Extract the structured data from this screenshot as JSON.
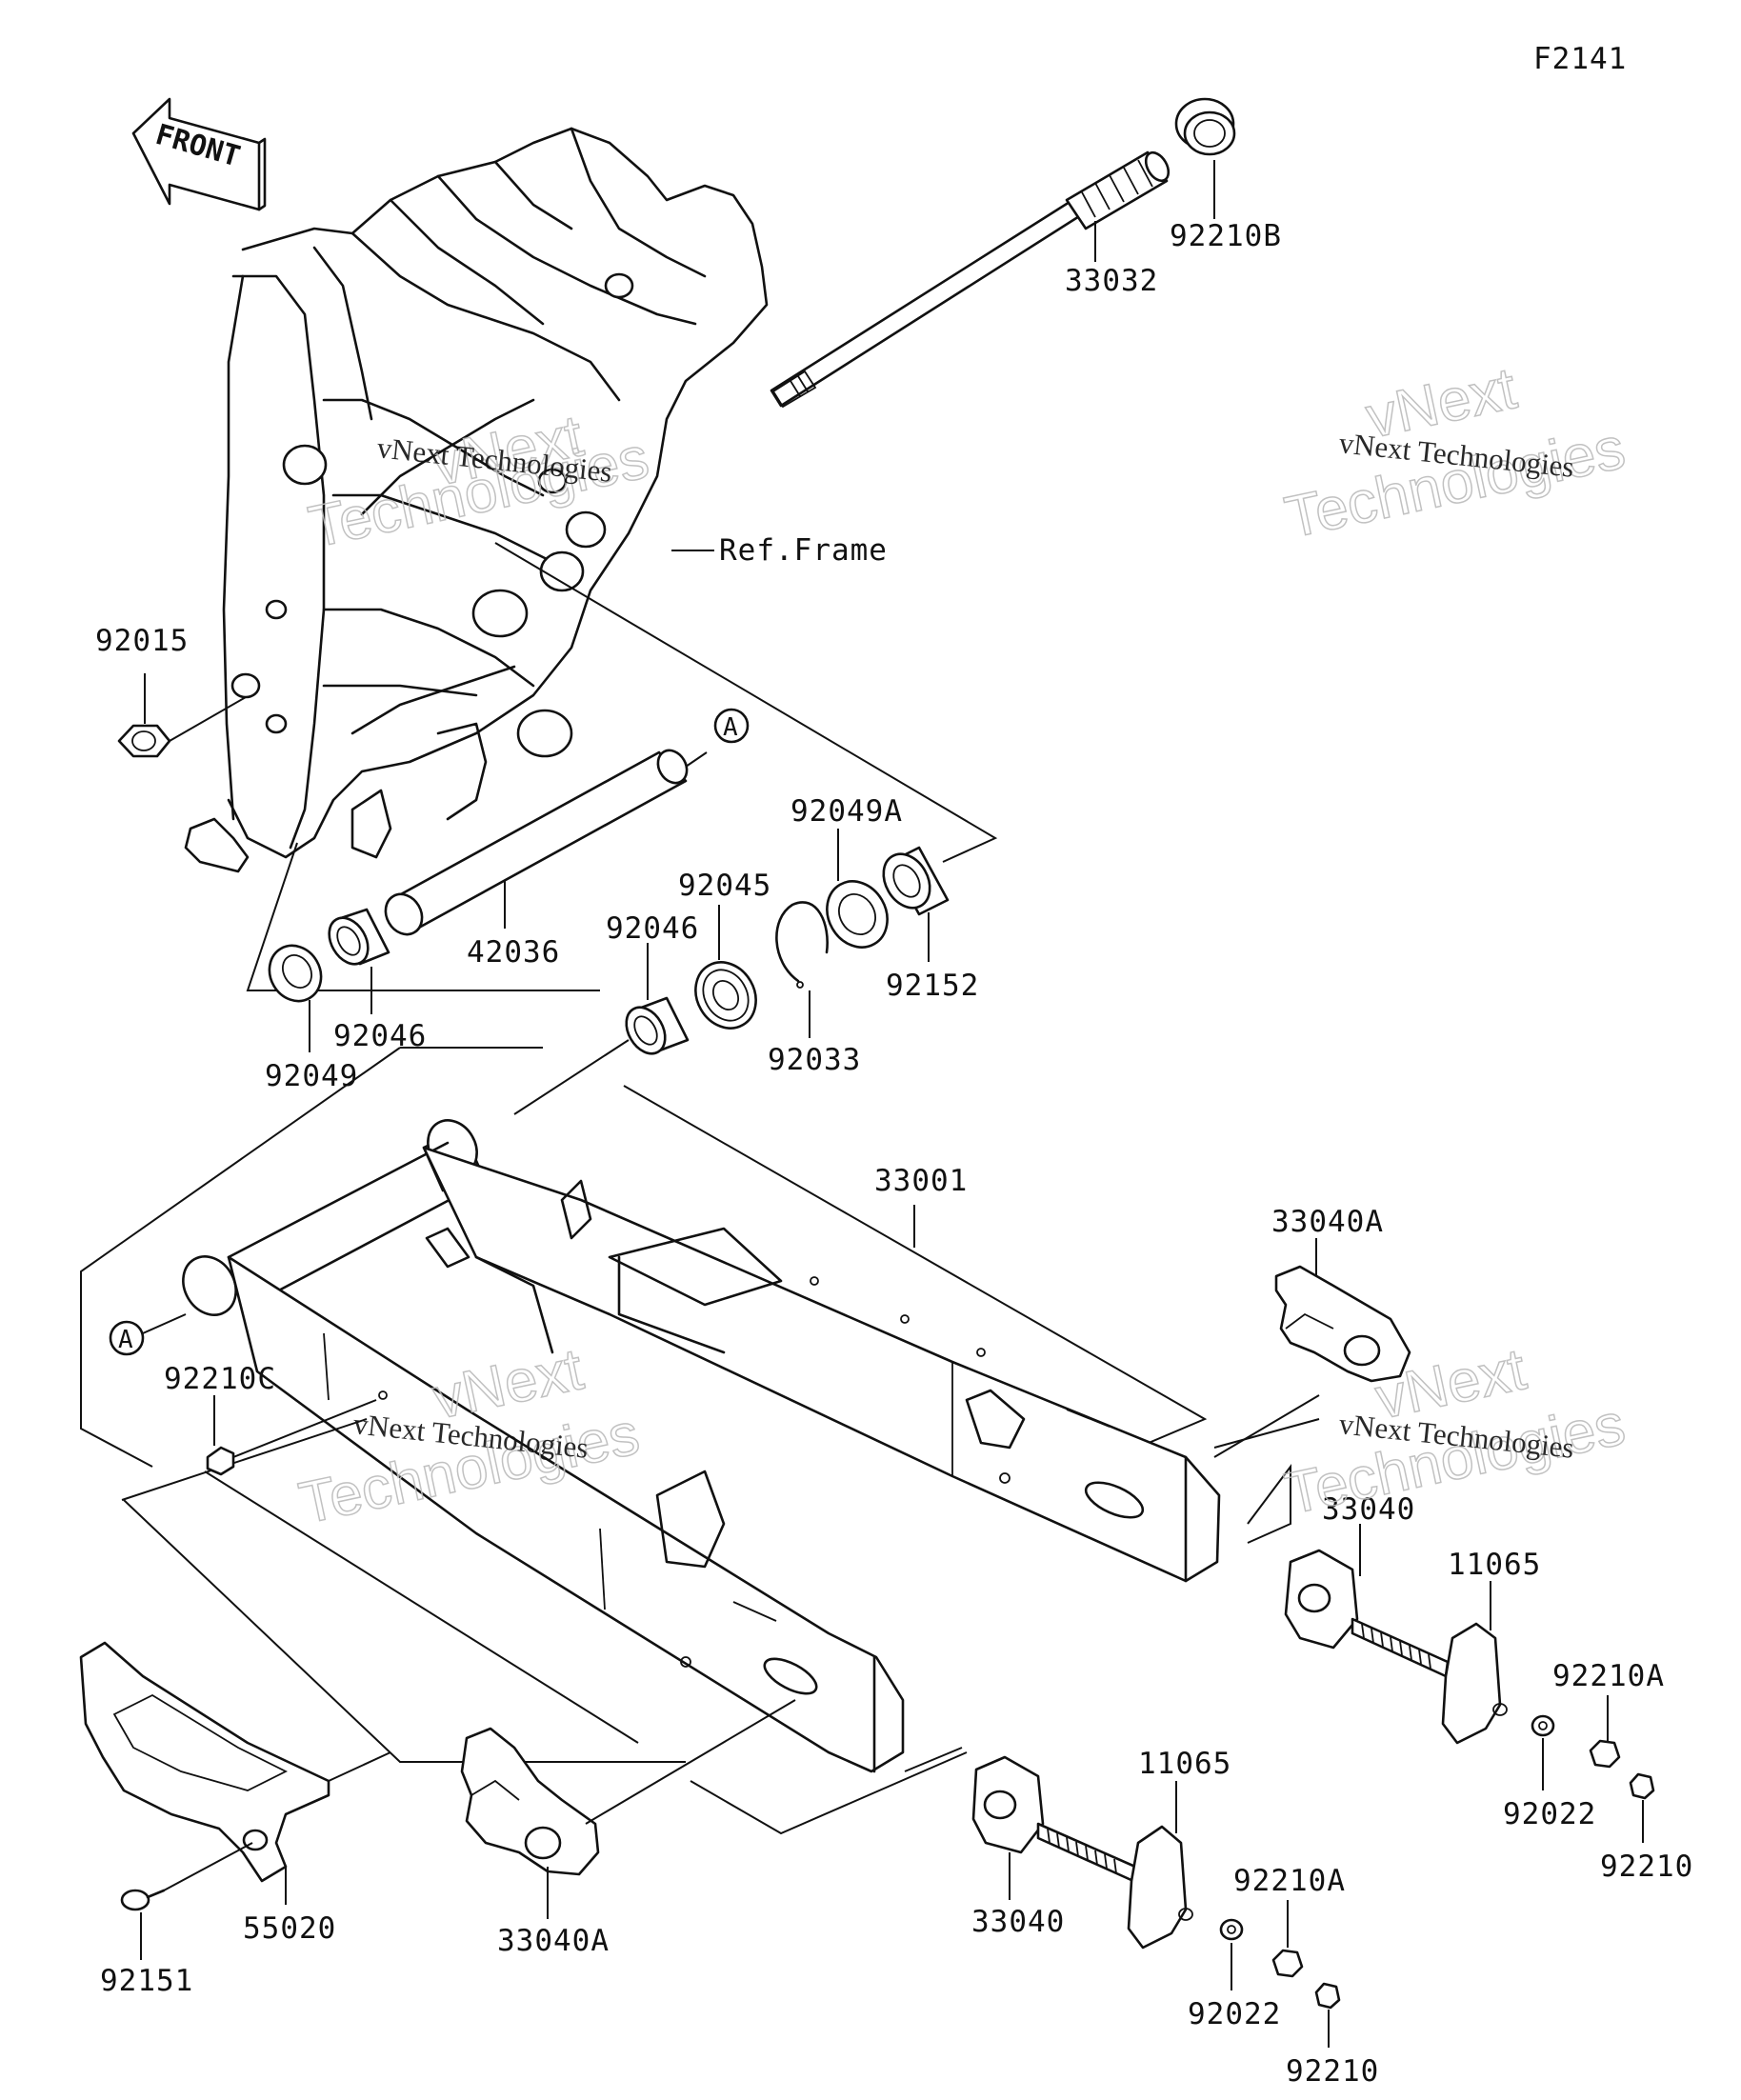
{
  "diagram_code": "F2141",
  "front_arrow_label": "FRONT",
  "ref_frame_label": "Ref.Frame",
  "ref_marker": "A",
  "watermark": {
    "line": "vNext Technologies",
    "big1": "vNext",
    "big2": "Technologies"
  },
  "parts": {
    "p92210B": "92210B",
    "p33032": "33032",
    "p92015": "92015",
    "p42036": "42036",
    "p92049A": "92049A",
    "p92045": "92045",
    "p92046a": "92046",
    "p92046b": "92046",
    "p92152": "92152",
    "p92033": "92033",
    "p92049": "92049",
    "p33001": "33001",
    "p33040A_r": "33040A",
    "p92210C": "92210C",
    "p33040_r": "33040",
    "p11065_r": "11065",
    "p92210A_r": "92210A",
    "p92022_r": "92022",
    "p92210_r": "92210",
    "p11065_l": "11065",
    "p92210A_l": "92210A",
    "p33040_l": "33040",
    "p92022_l": "92022",
    "p92210_l": "92210",
    "p92151": "92151",
    "p55020": "55020",
    "p33040A_l": "33040A"
  }
}
